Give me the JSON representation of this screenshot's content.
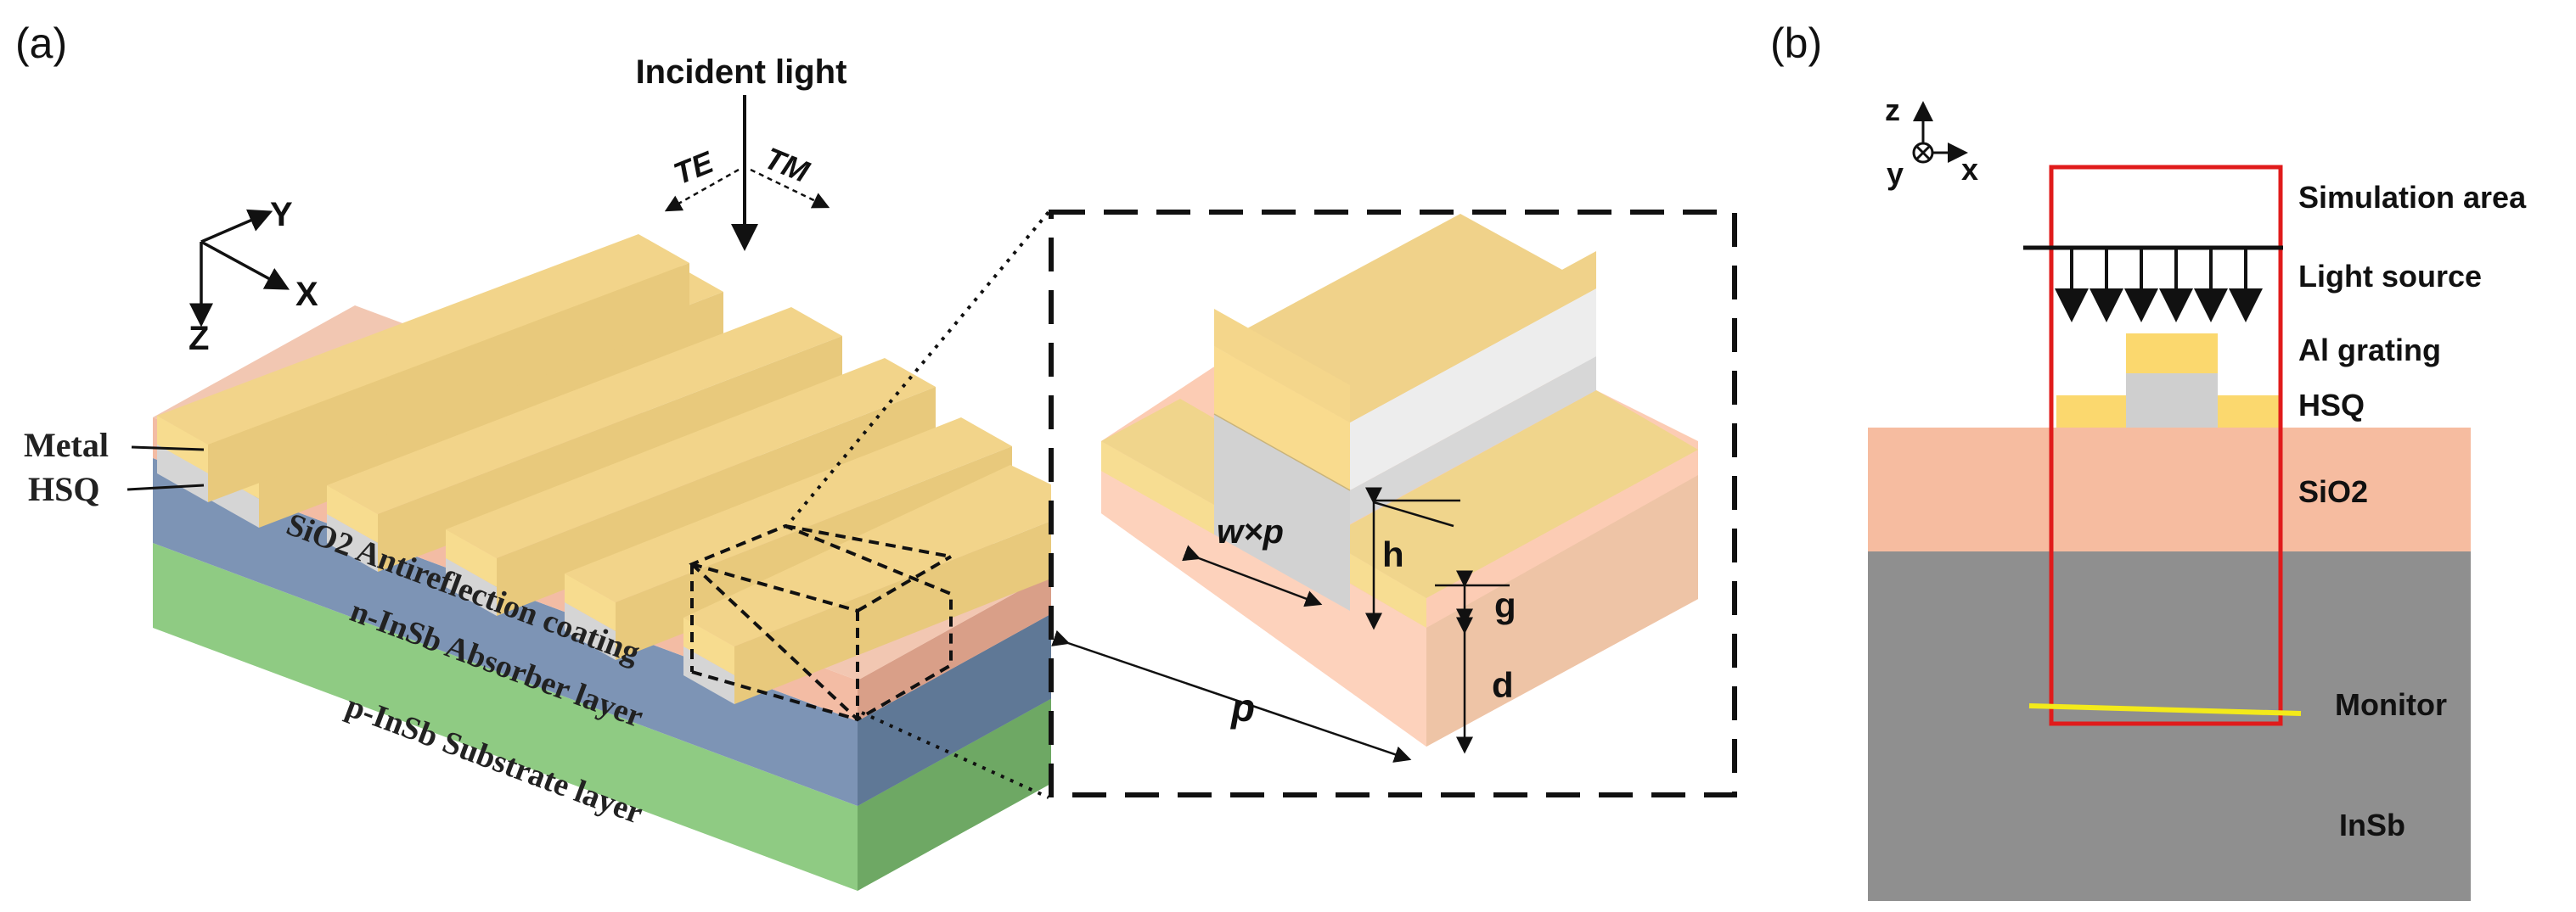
{
  "panel_a": {
    "tag": "(a)",
    "incident_light": "Incident light",
    "te": "TE",
    "tm": "TM",
    "axes": {
      "y": "Y",
      "x": "X",
      "z": "Z"
    },
    "labels": {
      "metal": "Metal",
      "hsq": "HSQ",
      "sio2": "SiO2 Antireflection coating",
      "absorber": "n-InSb Absorber layer",
      "substrate": "p-InSb Substrate layer"
    },
    "inset": {
      "wp": "w×p",
      "h": "h",
      "g": "g",
      "d": "d",
      "p": "p"
    }
  },
  "panel_b": {
    "tag": "(b)",
    "axes": {
      "z": "z",
      "y": "y",
      "x": "x"
    },
    "simulation_area": "Simulation  area",
    "light_source": "Light source",
    "al_grating": "Al grating",
    "hsq": "HSQ",
    "sio2": "SiO2",
    "monitor": "Monitor",
    "insb": "InSb"
  },
  "colors": {
    "gold_top": "#f2d48a",
    "gold_front": "#f7dc8f",
    "hsq_gray": "#d5d5d5",
    "sio2": "#f6bca0",
    "absorber": "#7d94b5",
    "substrate": "#8fcb83",
    "insb_gray": "#8f8f8f",
    "sim_red": "#e01b1b",
    "monitor_yellow": "#f3ea1a"
  }
}
